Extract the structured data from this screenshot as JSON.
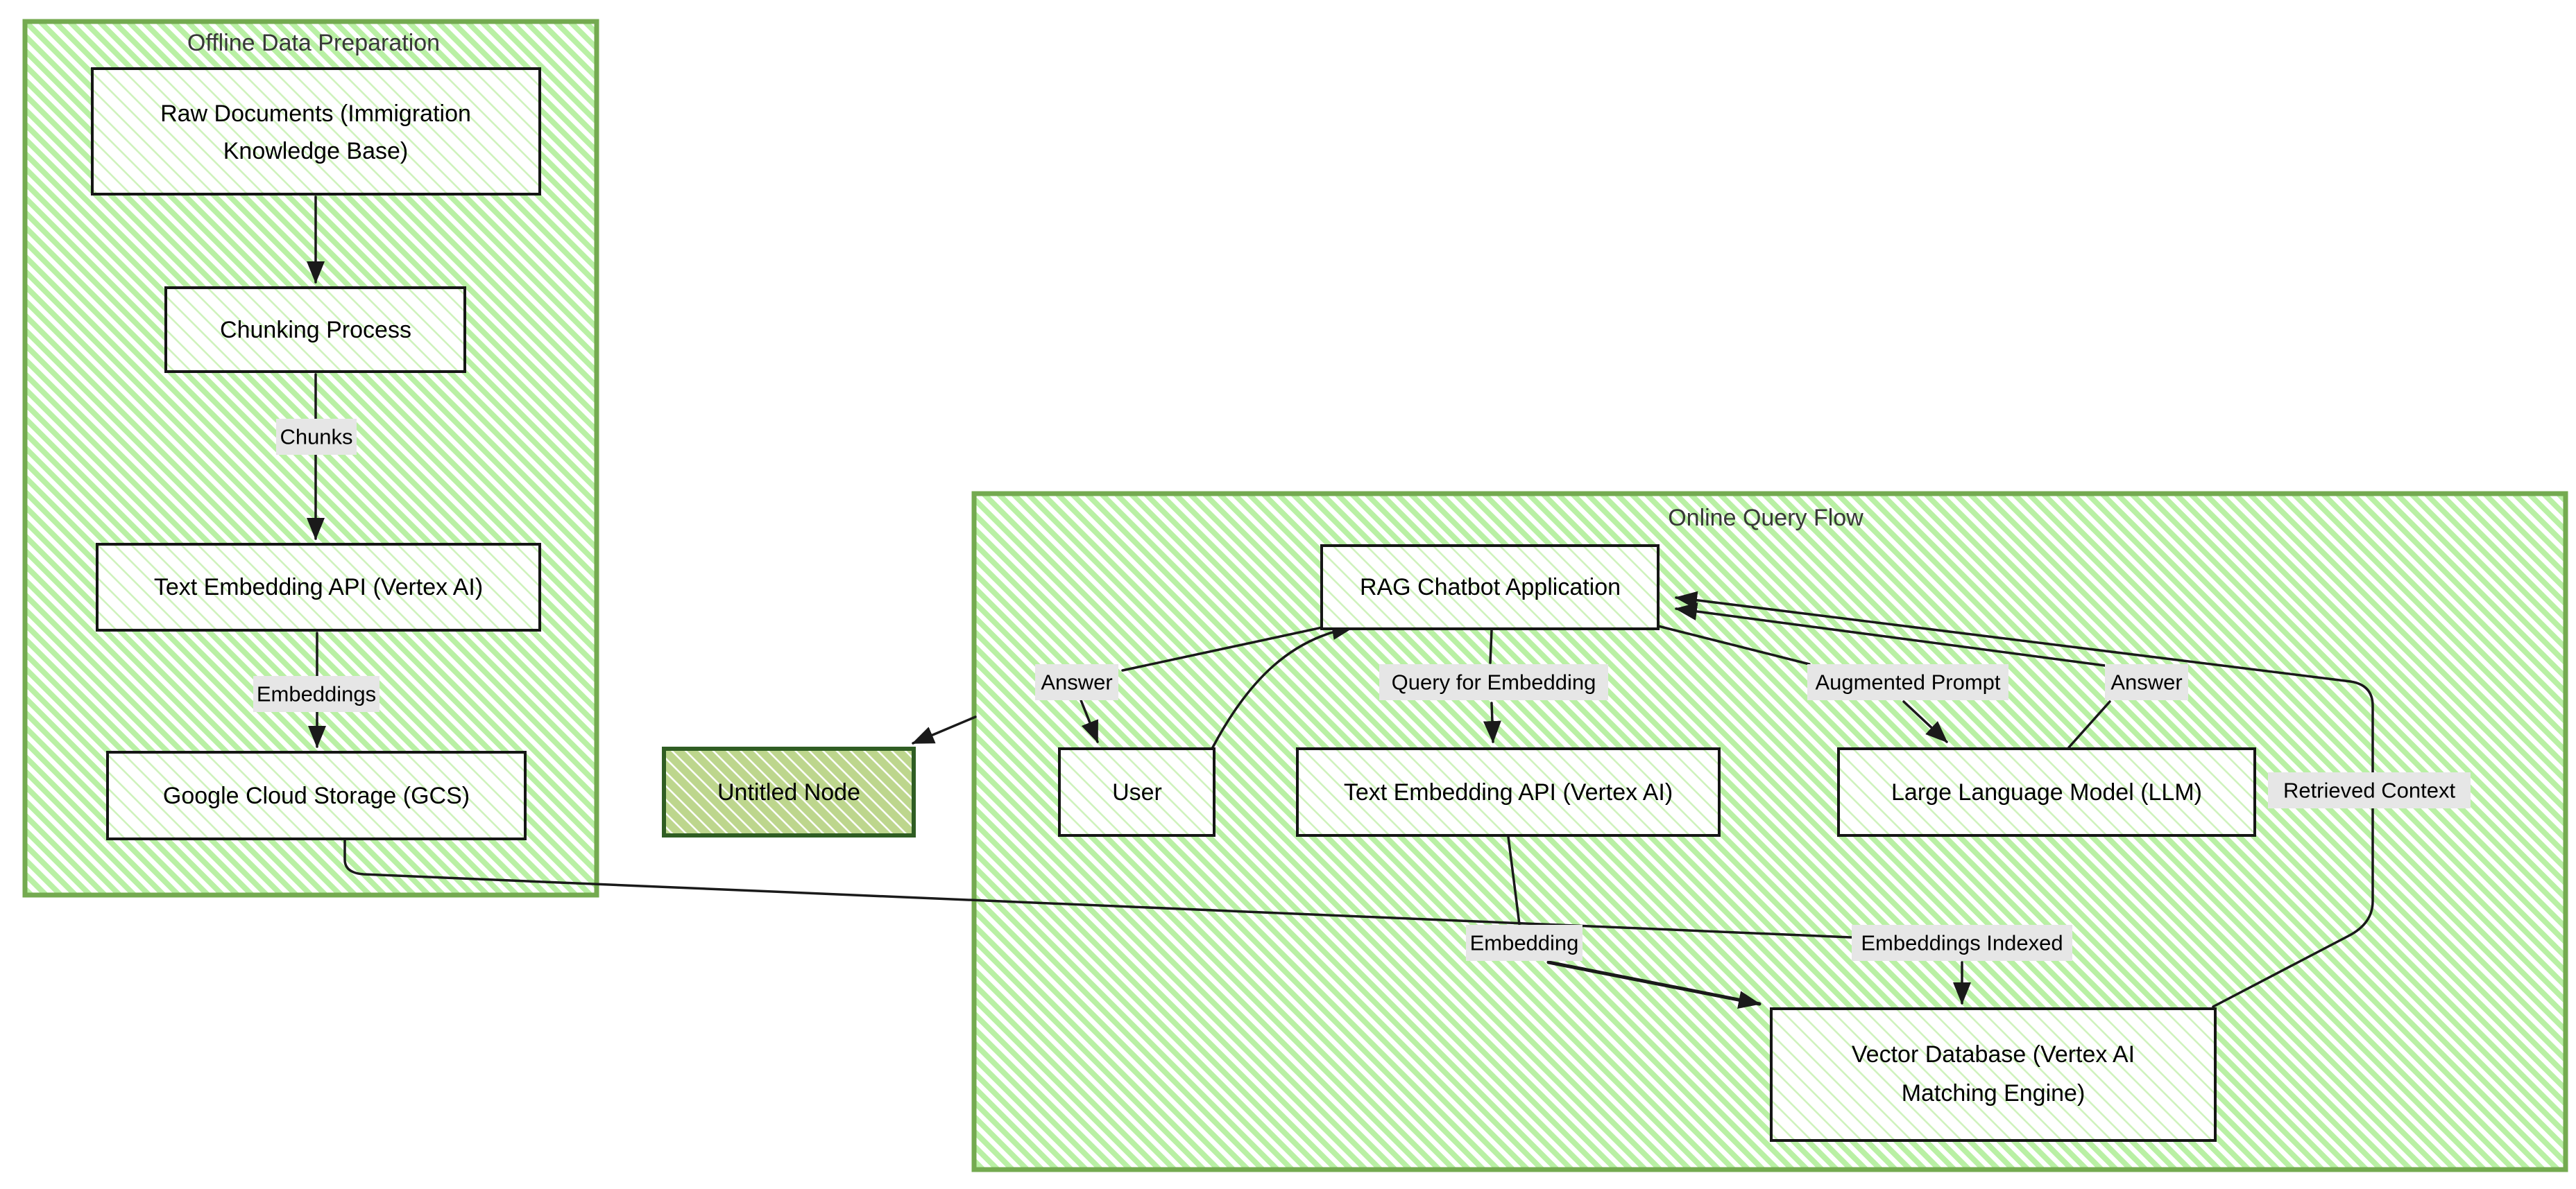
{
  "diagram": {
    "offline_container": {
      "title": "Offline Data Preparation"
    },
    "online_container": {
      "title": "Online Query Flow"
    },
    "nodes": {
      "raw_docs": {
        "line1": "Raw Documents (Immigration",
        "line2": "Knowledge Base)"
      },
      "chunking": {
        "label": "Chunking Process"
      },
      "embed_api_offline": {
        "label": "Text Embedding API (Vertex AI)"
      },
      "gcs": {
        "label": "Google Cloud Storage (GCS)"
      },
      "untitled": {
        "label": "Untitled Node"
      },
      "user": {
        "label": "User"
      },
      "rag_app": {
        "label": "RAG Chatbot Application"
      },
      "embed_api_online": {
        "label": "Text Embedding API (Vertex AI)"
      },
      "llm": {
        "label": "Large Language Model (LLM)"
      },
      "vector_db": {
        "line1": "Vector Database (Vertex AI",
        "line2": "Matching Engine)"
      }
    },
    "edge_labels": {
      "chunks": "Chunks",
      "embeddings": "Embeddings",
      "answer_left": "Answer",
      "query_for_embedding": "Query for Embedding",
      "augmented_prompt": "Augmented Prompt",
      "answer_right": "Answer",
      "retrieved_context": "Retrieved Context",
      "embedding": "Embedding",
      "embeddings_indexed": "Embeddings Indexed"
    },
    "colors": {
      "container_stripe": "#b9f0a4",
      "container_border": "#74aa50",
      "node_border": "#161616",
      "node_stripe": "#cdf2ba",
      "untitled_fill": "#bdd68d",
      "untitled_stripe": "#ffffff",
      "untitled_border": "#2f5d23",
      "edge": "#1a1a1a",
      "label_bg": "#e6e6e6",
      "label_text": "#000000",
      "node_text": "#000000",
      "title_text": "#383838"
    }
  }
}
